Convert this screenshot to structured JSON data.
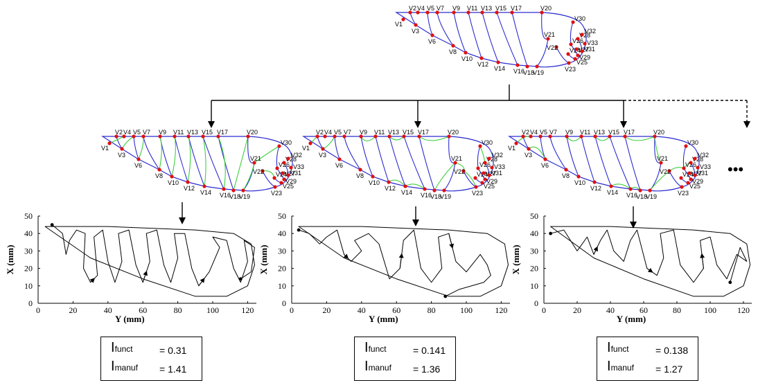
{
  "vertex_labels": [
    "V1",
    "V2",
    "V3",
    "V4",
    "V5",
    "V6",
    "V7",
    "V8",
    "V9",
    "V10",
    "V11",
    "V12",
    "V13",
    "V14",
    "V15",
    "V16",
    "V17",
    "V18",
    "V19",
    "V20",
    "V21",
    "V22",
    "V23",
    "V24",
    "V25",
    "V26",
    "V27",
    "V28",
    "V29",
    "V30",
    "V31",
    "V32",
    "V33"
  ],
  "ellipsis": "•••",
  "plots": [
    {
      "xlabel": "Y (mm)",
      "ylabel": "X (mm)",
      "xticks": [
        "0",
        "20",
        "40",
        "60",
        "80",
        "100",
        "120"
      ],
      "yticks": [
        "0",
        "10",
        "20",
        "30",
        "40",
        "50"
      ],
      "xlim": [
        0,
        125
      ],
      "ylim": [
        0,
        50
      ]
    },
    {
      "xlabel": "Y (mm)",
      "ylabel": "X (mm)",
      "xticks": [
        "0",
        "20",
        "40",
        "60",
        "80",
        "100",
        "120"
      ],
      "yticks": [
        "0",
        "10",
        "20",
        "30",
        "40",
        "50"
      ],
      "xlim": [
        0,
        125
      ],
      "ylim": [
        0,
        50
      ]
    },
    {
      "xlabel": "Y (mm)",
      "ylabel": "X (mm)",
      "xticks": [
        "0",
        "20",
        "40",
        "60",
        "80",
        "100",
        "120"
      ],
      "yticks": [
        "0",
        "10",
        "20",
        "30",
        "40",
        "50"
      ],
      "xlim": [
        0,
        125
      ],
      "ylim": [
        0,
        50
      ]
    }
  ],
  "metrics": [
    {
      "funct_symbol": "I",
      "funct_sub": "funct",
      "funct_value": "= 0.31",
      "manuf_symbol": "I",
      "manuf_sub": "manuf",
      "manuf_value": "= 1.41"
    },
    {
      "funct_symbol": "I",
      "funct_sub": "funct",
      "funct_value": "= 0.141",
      "manuf_symbol": "I",
      "manuf_sub": "manuf",
      "manuf_value": "= 1.36"
    },
    {
      "funct_symbol": "I",
      "funct_sub": "funct",
      "funct_value": "= 0.138",
      "manuf_symbol": "I",
      "manuf_sub": "manuf",
      "manuf_value": "= 1.27"
    }
  ],
  "colors": {
    "outline": "#2b2bd0",
    "vertex": "#e01010",
    "green_cut": "#3cd03c",
    "path": "#000000"
  }
}
